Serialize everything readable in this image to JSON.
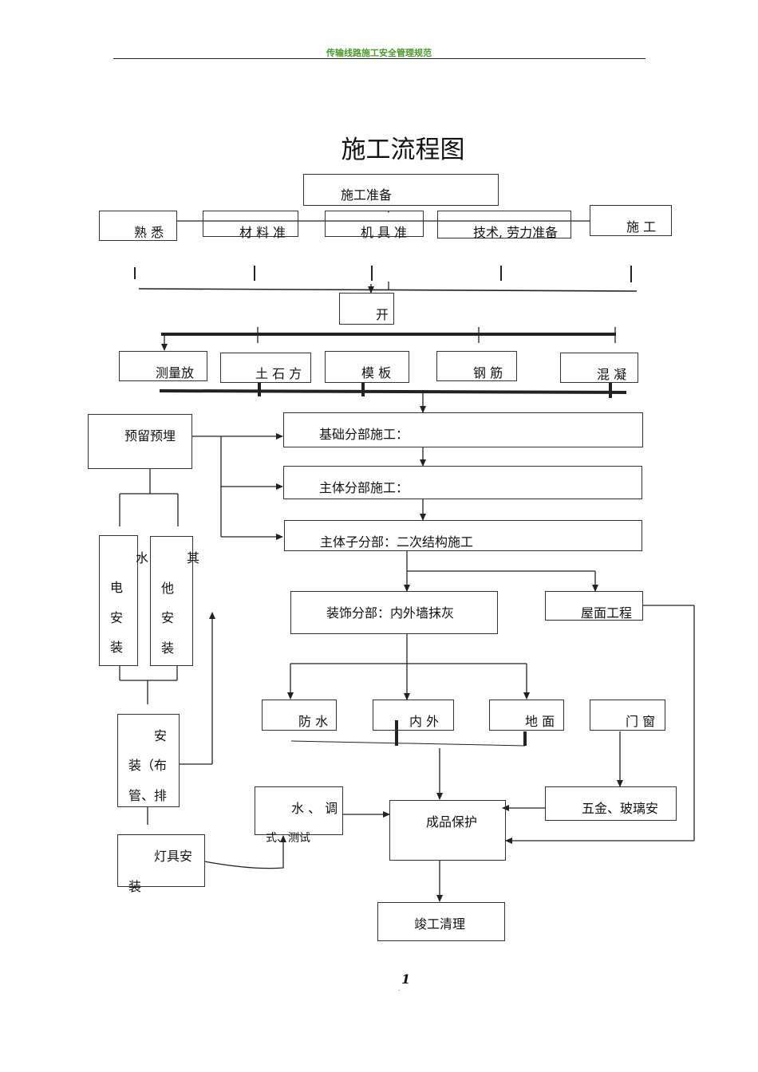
{
  "header": "传输线路施工安全管理规范",
  "title": "施工流程图",
  "page_number": "1",
  "nodes": {
    "prep": "施工准备",
    "familiar": "熟 悉",
    "material": "材 料 准",
    "machine": "机 具 准",
    "tech": "技术, 劳力准备",
    "construct": "施 工",
    "start": "开",
    "survey": "测量放",
    "earthwork": "土 石 方",
    "formwork": "模 板",
    "rebar": "钢 筋",
    "concrete": "混 凝",
    "embed": "预留预埋",
    "foundation": "基础分部施工：",
    "main": "主体分部施工：",
    "secondary": "主体子分部：二次结构施工",
    "water_elec_a": "水",
    "water_elec_b": "电",
    "water_elec_c": "安",
    "water_elec_d": "装",
    "other_a": "其",
    "other_b": "他",
    "other_c": "安",
    "other_d": "装",
    "decor": "装饰分部：内外墙抹灰",
    "roof": "屋面工程",
    "waterproof": "防 水",
    "inout": "内 外",
    "floor": "地 面",
    "doorwin": "门 窗",
    "install_a": "安",
    "install_b": "装（布",
    "install_c": "管、排",
    "test_a": "水 、 调",
    "test_b": "式、测试",
    "protect": "成品保护",
    "hardware": "五金、玻璃安",
    "lamp_a": "灯具安",
    "lamp_b": "装",
    "complete": "竣工清理"
  }
}
